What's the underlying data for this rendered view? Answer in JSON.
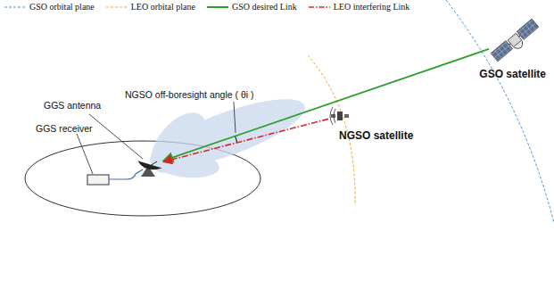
{
  "diagram": {
    "nodes": [
      {
        "text": [
          "GSO satellite"
        ]
      },
      {
        "text": [
          "NGSO satellite"
        ]
      },
      {
        "text": [
          "GGS antenna"
        ]
      }
    ],
    "edges": [
      {
        "from": 0,
        "to": 2,
        "arrow": "to"
      },
      {
        "from": 1,
        "to": 2,
        "arrow": "to"
      }
    ],
    "labels": [
      "NGSO off-boresight angle ( θi )",
      "GGS receiver"
    ],
    "legend": [
      {
        "text": "GSO orbital plane"
      },
      {
        "text": "LEO orbital plane"
      },
      {
        "text": "GSO desired Link"
      },
      {
        "text": "LEO interfering Link"
      }
    ]
  }
}
